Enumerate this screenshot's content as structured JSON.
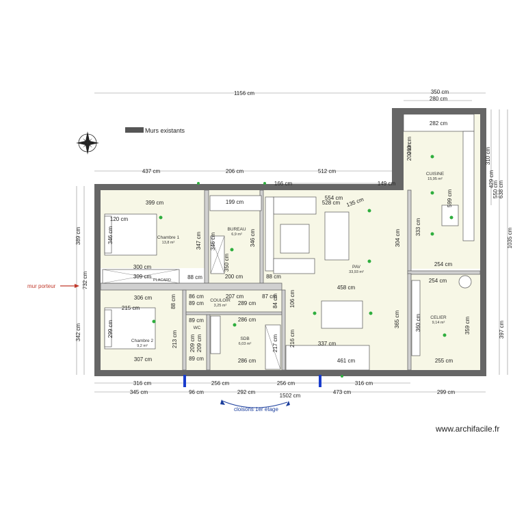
{
  "legend": {
    "label": "Murs existants",
    "swatch_color": "#555555"
  },
  "north_icon": "compass-rose-icon",
  "notes": {
    "mur_porteur": "mur porteur",
    "cloisons": "cloisons 1er étage",
    "brand": "www.archifacile.fr"
  },
  "colors": {
    "room_fill": "#f7f7e6",
    "wall": "#666666",
    "point": "#2fae3e",
    "note_red": "#c0392b",
    "note_blue": "#1a3d9c"
  },
  "rooms": {
    "chambre1": {
      "name": "Chambre 1",
      "area": "13,8 m²"
    },
    "bureau": {
      "name": "BUREAU",
      "area": "6,9 m²"
    },
    "pav": {
      "name": "PAV",
      "area": "33,93 m²"
    },
    "cuisine": {
      "name": "CUISINE",
      "area": "15,95 m²"
    },
    "celier": {
      "name": "CELIER",
      "area": "9,14 m²"
    },
    "couloir": {
      "name": "COULOIR",
      "area": "3,25 m²"
    },
    "chambre2": {
      "name": "Chambre 2",
      "area": "9,2 m²"
    },
    "wc": {
      "name": "WC"
    },
    "sdb": {
      "name": "SDB",
      "area": "6,03 m²"
    },
    "placard": {
      "name": "PLACARD"
    }
  },
  "dims": {
    "top_total": "1156 cm",
    "top_350": "350 cm",
    "top_280": "280 cm",
    "t437": "437 cm",
    "t206": "206 cm",
    "t512": "512 cm",
    "t166": "166 cm",
    "t149": "149 cm",
    "t554": "554 cm",
    "t528": "528 cm",
    "t135": "135 cm",
    "t399": "399 cm",
    "t199": "199 cm",
    "t120": "120 cm",
    "l389": "389 cm",
    "l732": "732 cm",
    "l342": "342 cm",
    "r310": "310 cm",
    "r429": "429 cm",
    "r550": "550 cm",
    "r638": "638 cm",
    "r1035": "1035 cm",
    "r397": "397 cm",
    "k282": "282 cm",
    "k200": "200 cm",
    "k260": "260 cm",
    "k599": "599 cm",
    "k333": "333 cm",
    "k254a": "254 cm",
    "k254b": "254 cm",
    "k360": "360 cm",
    "k255": "255 cm",
    "k359": "359 cm",
    "c346": "346 cm",
    "c347": "347 cm",
    "c300": "300 cm",
    "c309": "309 cm",
    "c88a": "88 cm",
    "b346": "346 cm",
    "b350": "350 cm",
    "b200": "200 cm",
    "b346b": "346 cm",
    "b88": "88 cm",
    "p304": "304 cm",
    "p458": "458 cm",
    "p365": "365 cm",
    "p337": "337 cm",
    "p461": "461 cm",
    "p106": "106 cm",
    "p216": "216 cm",
    "p217": "217 cm",
    "g207": "207 cm",
    "g289": "289 cm",
    "g87": "87 cm",
    "g84": "84 cm",
    "g86": "86 cm",
    "g88": "88 cm",
    "g89": "89 cm",
    "s286a": "286 cm",
    "s286b": "286 cm",
    "s209a": "209 cm",
    "s209b": "209 cm",
    "s89": "89 cm",
    "s89b": "89 cm",
    "h306": "306 cm",
    "h215": "215 cm",
    "h299": "299 cm",
    "h213": "213 cm",
    "h307": "307 cm",
    "b316a": "316 cm",
    "b256a": "256 cm",
    "b256b": "256 cm",
    "b316b": "316 cm",
    "b345": "345 cm",
    "b96": "96 cm",
    "b292": "292 cm",
    "b1502": "1502 cm",
    "b473": "473 cm",
    "b299": "299 cm"
  }
}
